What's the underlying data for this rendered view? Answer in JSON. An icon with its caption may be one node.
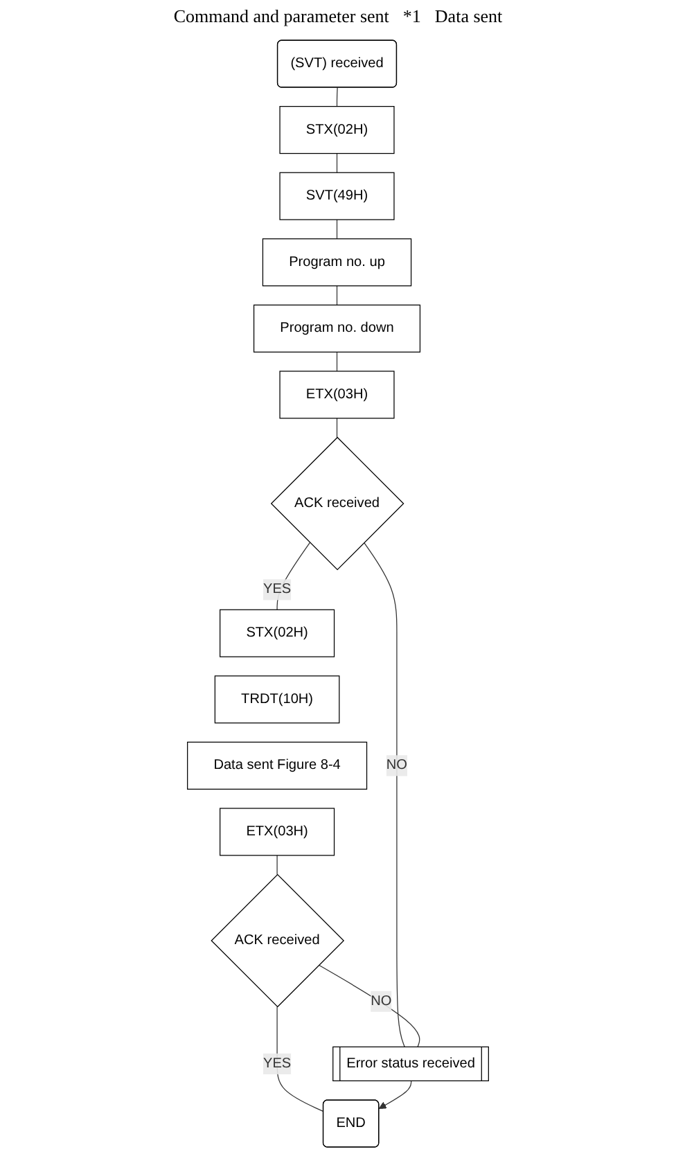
{
  "diagram": {
    "nodes": [
      {
        "text": [
          "(SVT) received"
        ]
      },
      {
        "text": [
          "STX(02H)"
        ]
      },
      {
        "text": [
          "SVT(49H)"
        ]
      },
      {
        "text": [
          "Program no. up"
        ]
      },
      {
        "text": [
          "Program no. down"
        ]
      },
      {
        "text": [
          "ETX(03H)"
        ]
      },
      {
        "text": [
          "ACK received"
        ]
      },
      {
        "text": [
          "STX(02H)"
        ]
      },
      {
        "text": [
          "TRDT(10H)"
        ]
      },
      {
        "text": [
          "Data sent Figure 8-4"
        ]
      },
      {
        "text": [
          "ETX(03H)"
        ]
      },
      {
        "text": [
          "ACK received"
        ]
      },
      {
        "text": [
          "Error status received"
        ]
      },
      {
        "text": [
          "END"
        ]
      }
    ],
    "edges": [
      {
        "from": 0,
        "to": 1,
        "arrow": "none"
      },
      {
        "from": 1,
        "to": 2,
        "arrow": "none"
      },
      {
        "from": 2,
        "to": 3,
        "arrow": "none"
      },
      {
        "from": 3,
        "to": 4,
        "arrow": "none"
      },
      {
        "from": 4,
        "to": 5,
        "arrow": "none"
      },
      {
        "from": 5,
        "to": 6,
        "arrow": "none"
      },
      {
        "from": 6,
        "to": 7,
        "label": "YES",
        "arrow": "none"
      },
      {
        "from": 6,
        "to": 12,
        "label": "NO",
        "arrow": "none"
      },
      {
        "from": 10,
        "to": 11,
        "arrow": "none"
      },
      {
        "from": 11,
        "to": 12,
        "label": "NO",
        "arrow": "none"
      },
      {
        "from": 11,
        "to": 13,
        "label": "YES",
        "arrow": "none"
      },
      {
        "from": 12,
        "to": 13,
        "arrow": "to"
      }
    ],
    "labels": [
      "Command and parameter sent",
      "*1",
      "Data sent"
    ]
  }
}
